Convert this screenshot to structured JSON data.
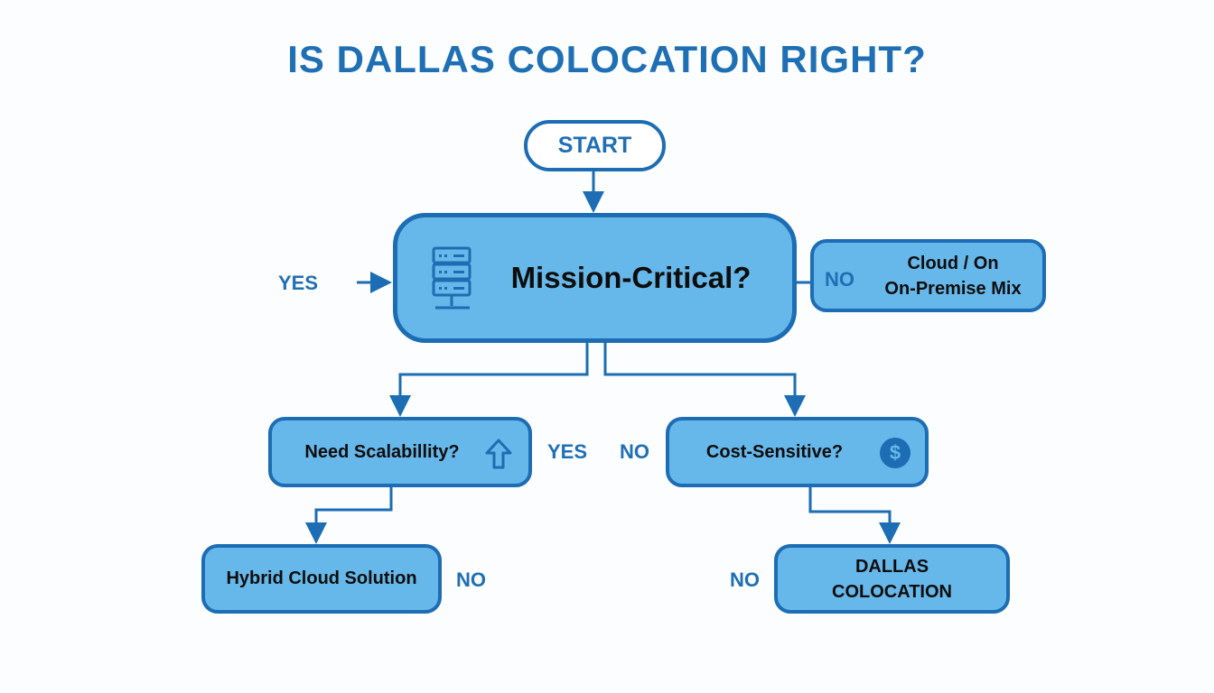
{
  "title": "IS DALLAS COLOCATION RIGHT?",
  "nodes": {
    "start": "START",
    "mission": "Mission-Critical?",
    "cloud_mix_line1": "Cloud / On",
    "cloud_mix_line2": "On-Premise Mix",
    "scalability": "Need Scalabillity?",
    "cost": "Cost-Sensitive?",
    "hybrid": "Hybrid Cloud Solution",
    "dallas_line1": "DALLAS",
    "dallas_line2": "COLOCATION"
  },
  "labels": {
    "yes_left": "YES",
    "no_cloud": "NO",
    "yes_mid": "YES",
    "no_mid": "NO",
    "no_hybrid": "NO",
    "no_dallas": "NO"
  },
  "icons": {
    "server": "server-icon",
    "up_arrow": "up-arrow-icon",
    "dollar": "$"
  },
  "colors": {
    "accent": "#1c6db3",
    "fill": "#67b8ea"
  }
}
